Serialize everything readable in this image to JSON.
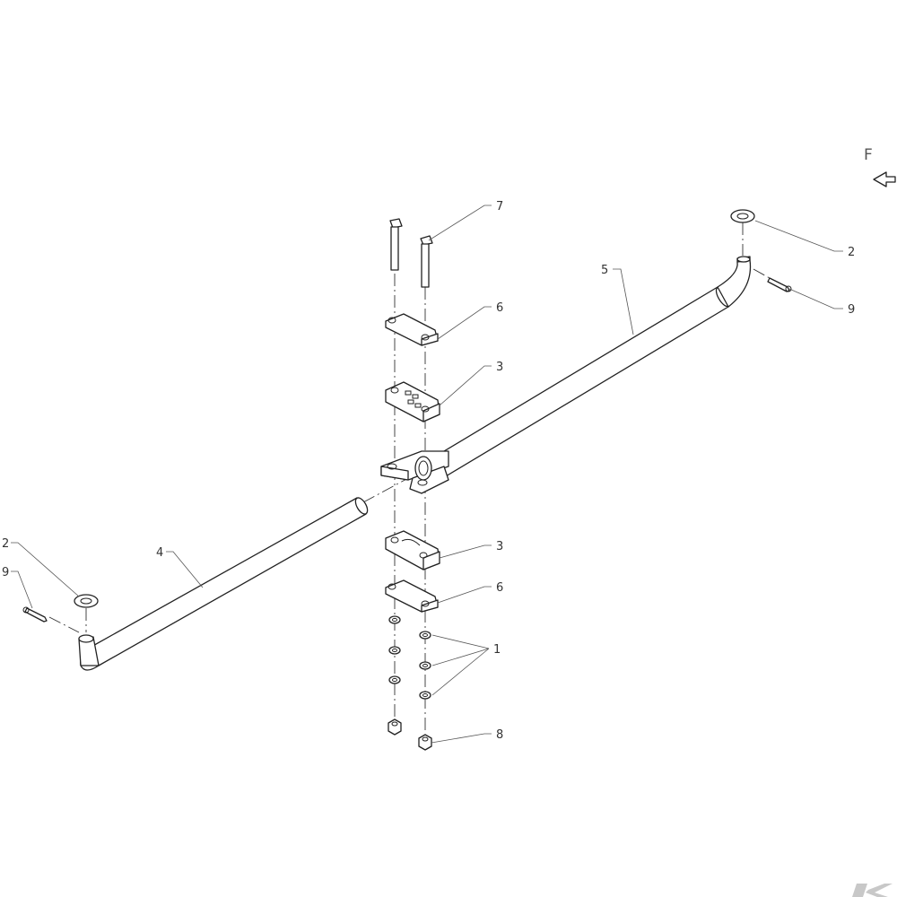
{
  "view_marker": {
    "letter": "F",
    "icon": "direction-arrow-icon"
  },
  "callouts": {
    "c1": "1",
    "c2_left": "2",
    "c2_right": "2",
    "c3_top": "3",
    "c3_bottom": "3",
    "c4": "4",
    "c5": "5",
    "c6_top": "6",
    "c6_bottom": "6",
    "c7": "7",
    "c8": "8",
    "c9_left": "9",
    "c9_right": "9"
  },
  "logo": {
    "icon": "brand-logo-icon",
    "color": "#c8c8c8"
  }
}
